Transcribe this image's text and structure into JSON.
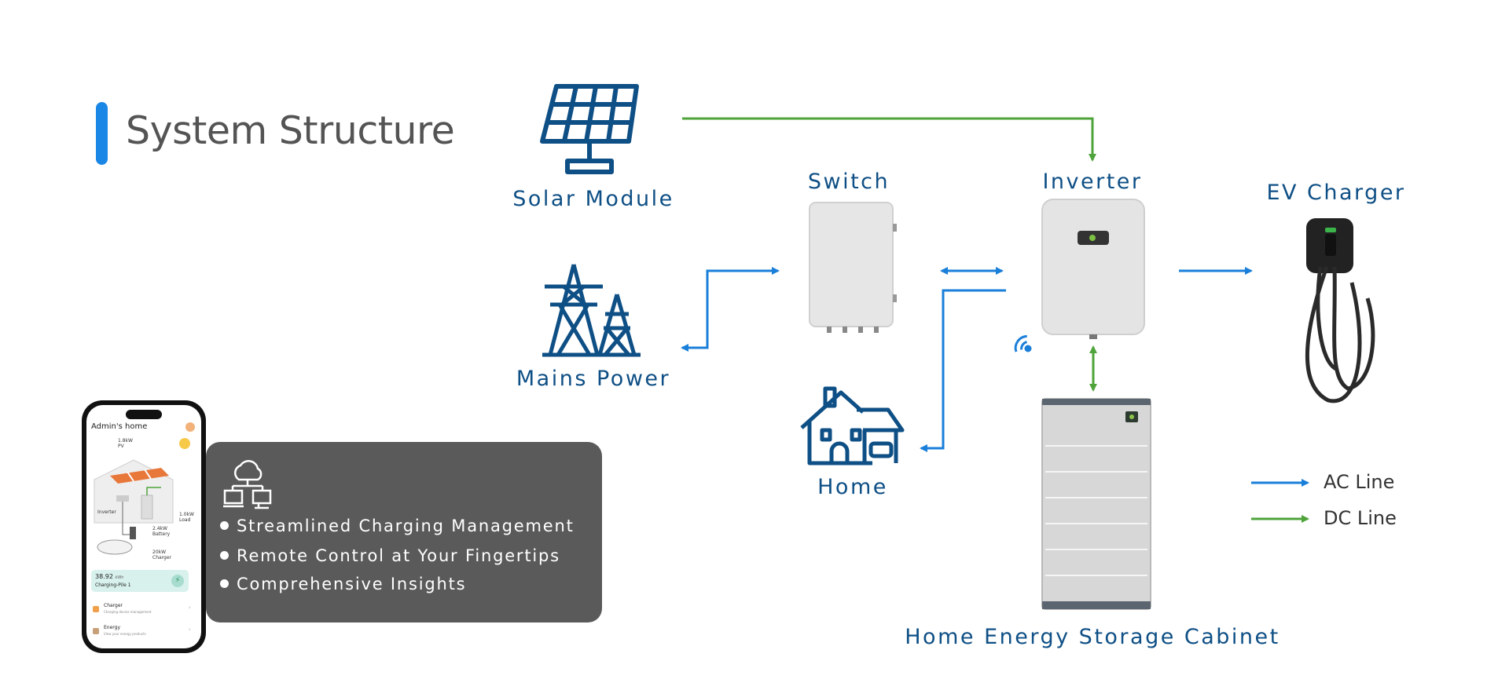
{
  "title": "System Structure",
  "nodes": {
    "solar": "Solar Module",
    "mains": "Mains Power",
    "switch": "Switch",
    "home": "Home",
    "inverter": "Inverter",
    "ev": "EV Charger",
    "cabinet": "Home Energy Storage Cabinet"
  },
  "legend": {
    "ac": "AC Line",
    "dc": "DC Line",
    "ac_color": "#1a7fd9",
    "dc_color": "#4ea33a"
  },
  "features": [
    "Streamlined Charging Management",
    "Remote Control at Your Fingertips",
    "Comprehensive Insights"
  ],
  "phone": {
    "header": "Admin's home",
    "pv": "1.8kW",
    "pv_label": "PV",
    "load": "1.0kW",
    "load_label": "Load",
    "battery": "2.4kW",
    "battery_label": "Battery",
    "inverter": "Inverter",
    "charger_kw": "20kW",
    "charger_label": "Charger",
    "energy_value": "38.92",
    "energy_unit": "kWh",
    "charging_pile": "Charging-Pile 1",
    "menu": [
      {
        "title": "Charger",
        "sub": "Charging device management"
      },
      {
        "title": "Energy",
        "sub": "View your energy products"
      }
    ]
  }
}
